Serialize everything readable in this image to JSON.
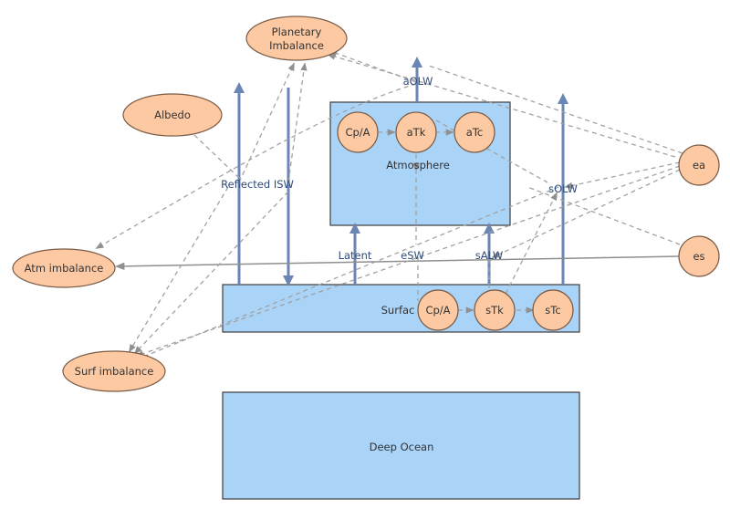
{
  "nodes": {
    "planetary_imbalance_line1": "Planetary",
    "planetary_imbalance_line2": "Imbalance",
    "albedo": "Albedo",
    "atm_imbalance": "Atm imbalance",
    "surf_imbalance": "Surf imbalance",
    "ea": "ea",
    "es": "es",
    "atm_cp": "Cp/A",
    "atk": "aTk",
    "atc": "aTc",
    "surf_cp": "Cp/A",
    "stk": "sTk",
    "stc": "sTc"
  },
  "stocks": {
    "atmosphere": "Atmosphere",
    "surface": "Surfac",
    "deep_ocean": "Deep Ocean"
  },
  "flows": {
    "aolw": "aOLW",
    "reflected_isw": "Reflected ISW",
    "solw": "sOLW",
    "latent": "Latent",
    "esw": "eSW",
    "salw": "sALW"
  },
  "colors": {
    "stock_fill": "#a9d3f7",
    "auxiliary_fill": "#fcc9a3",
    "flow_color": "#6b85b5",
    "link_color": "#a2a2a2"
  }
}
